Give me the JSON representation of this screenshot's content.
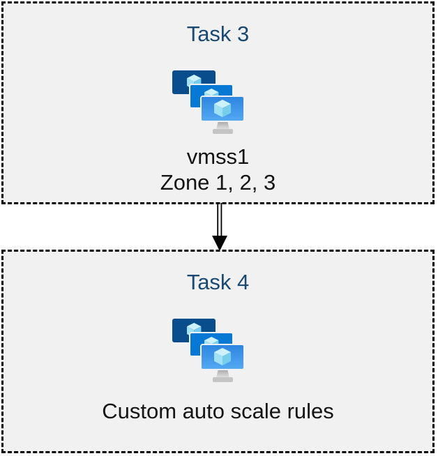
{
  "diagram": {
    "background": "#ffffff",
    "box_background": "#f1f1f1",
    "box_border_color": "#000000",
    "box_border_style": "dashed",
    "title_color": "#1a4a73",
    "text_color": "#141414"
  },
  "tasks": [
    {
      "title": "Task 3",
      "icon": "vmss-icon",
      "lines": [
        "vmss1",
        "Zone 1, 2, 3"
      ]
    },
    {
      "title": "Task 4",
      "icon": "vmss-icon",
      "lines": [
        "Custom auto scale rules"
      ]
    }
  ],
  "connector": {
    "type": "double-line-arrow",
    "direction": "down",
    "from": "Task 3",
    "to": "Task 4",
    "color": "#000000"
  },
  "icon_colors": {
    "monitor_back": "#0a4d8c",
    "monitor_middle": "#0778d4",
    "monitor_front_top": "#2b84e0",
    "monitor_front_bottom": "#55a9f2",
    "cube_top": "#cdf2fd",
    "cube_left": "#a0e1f5",
    "cube_right": "#76cdec",
    "stand": "#c4c4c4"
  }
}
